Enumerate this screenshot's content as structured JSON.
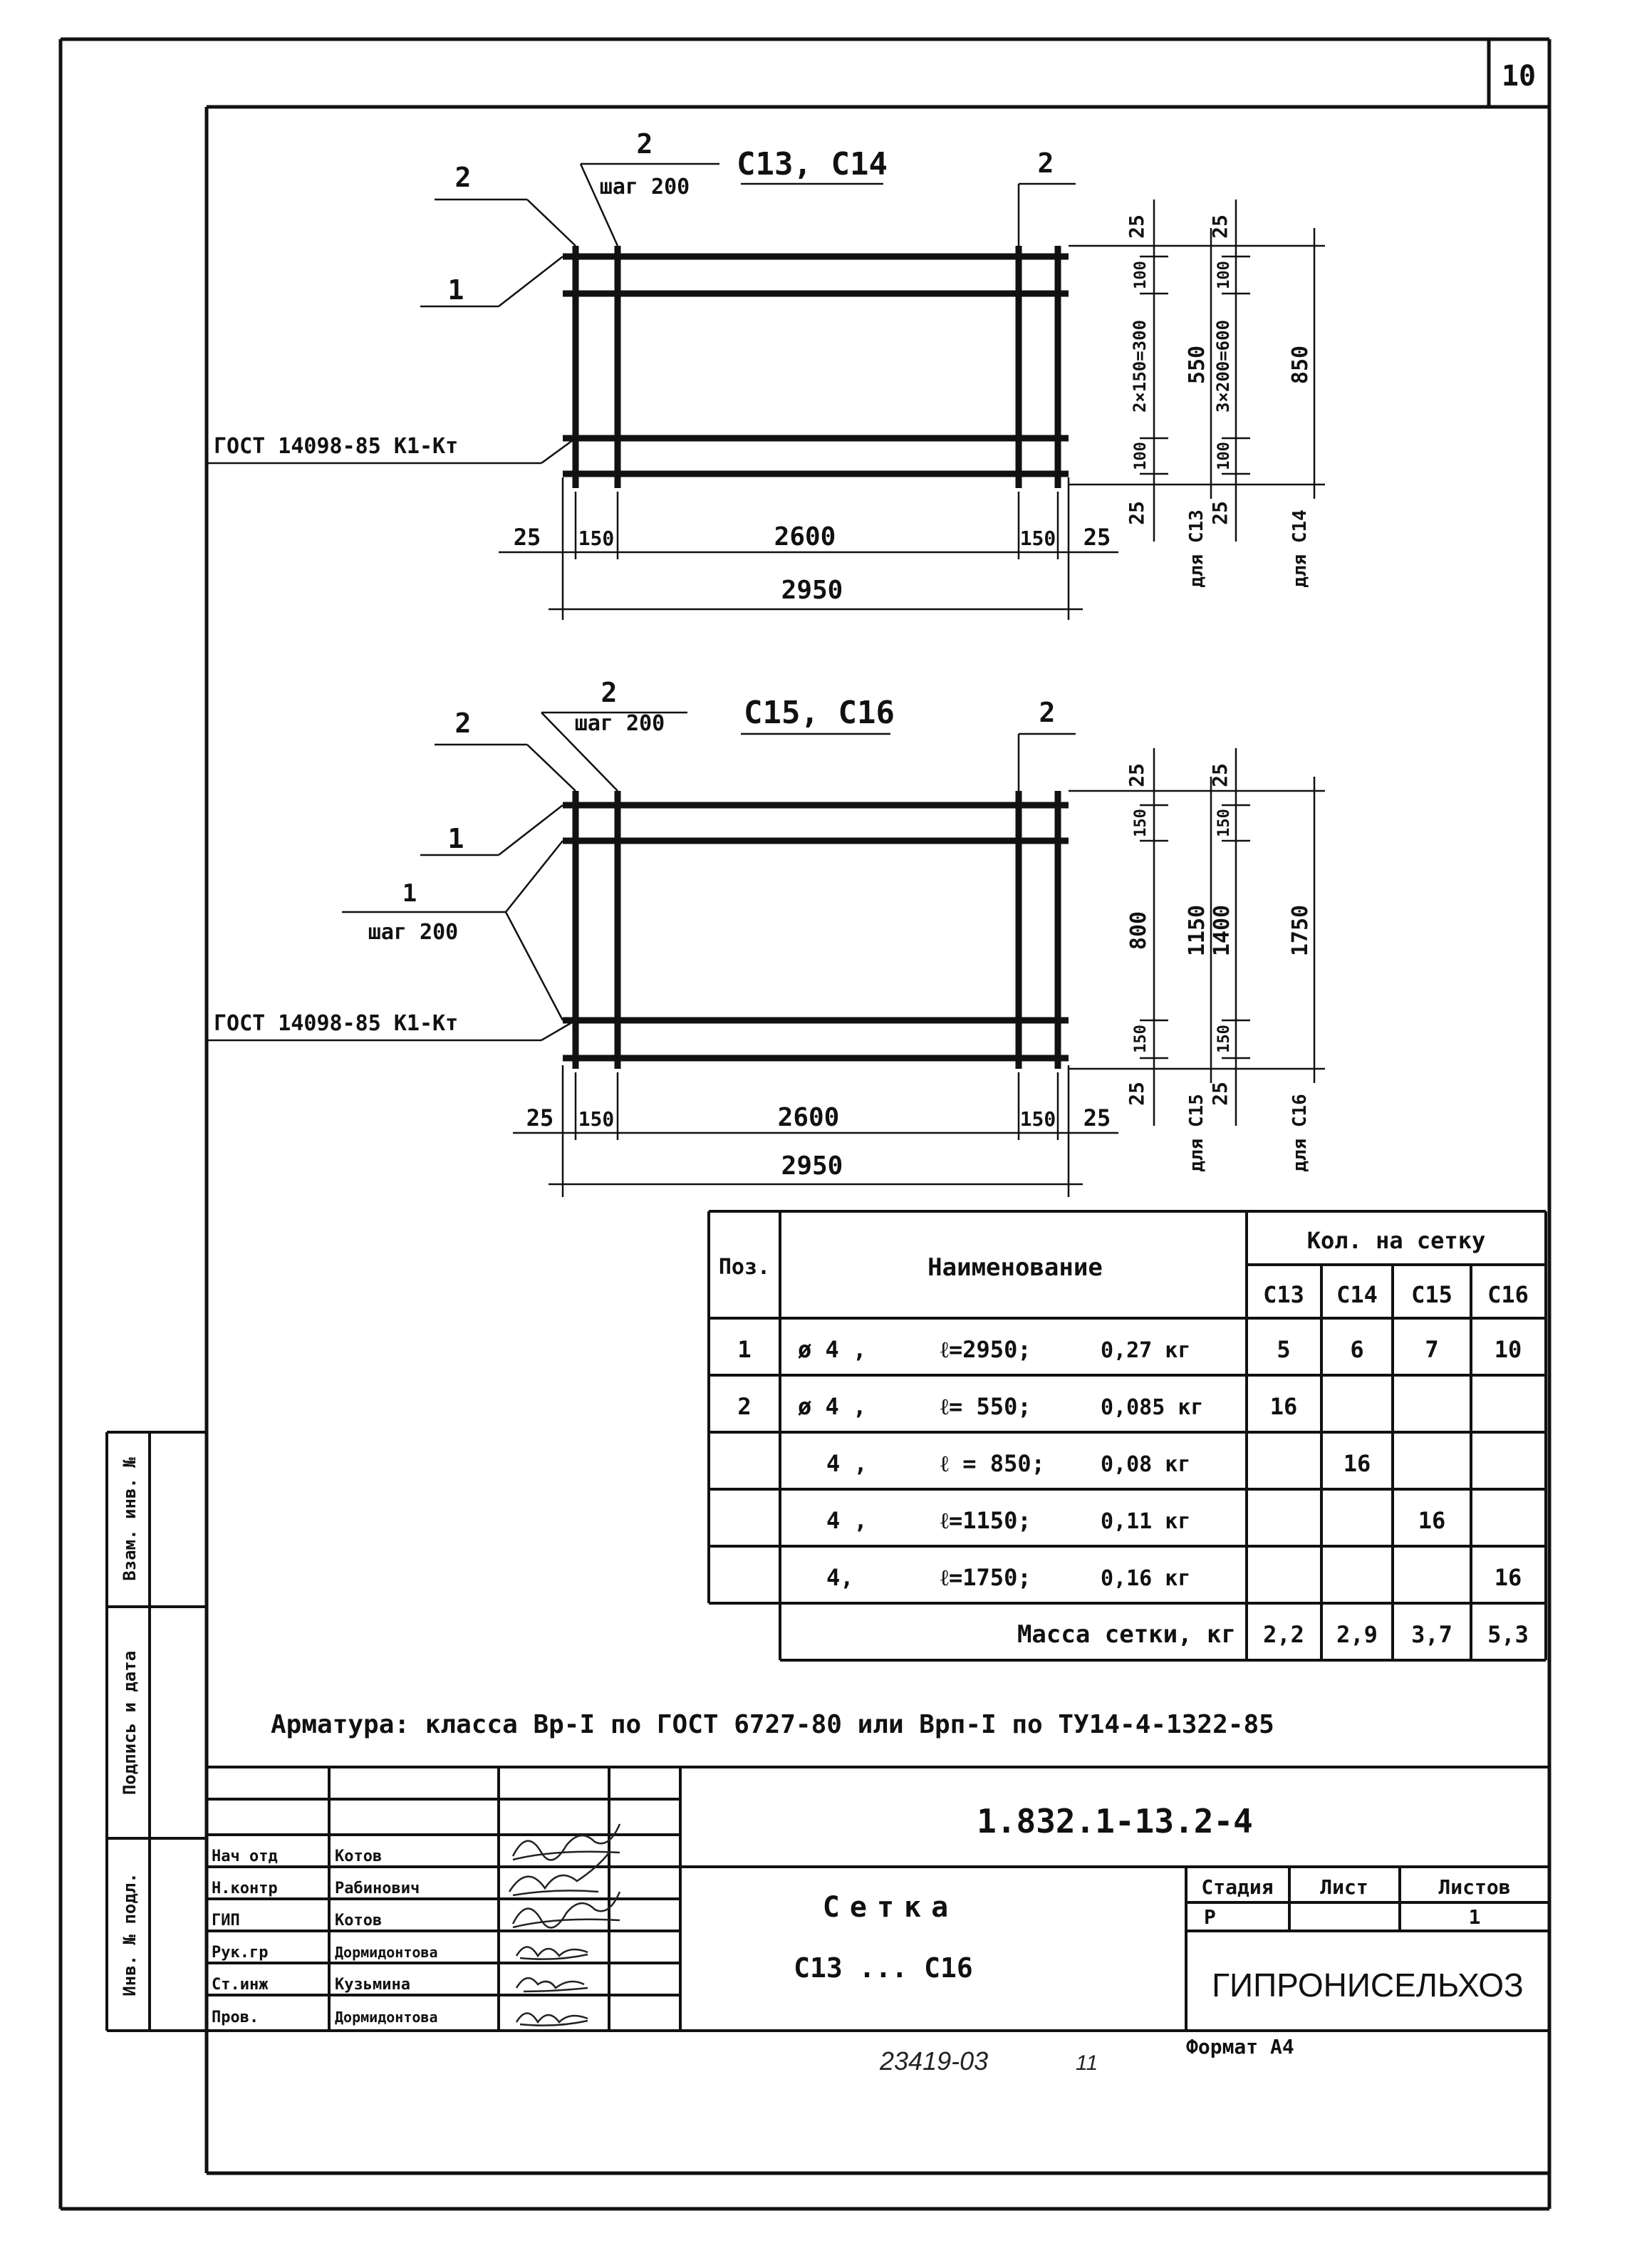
{
  "sheet_number": "10",
  "mesh_top": {
    "title": "С13, С14",
    "callout_2_left": "2",
    "callout_2_step": "2",
    "callout_step_text": "шаг 200",
    "callout_2_right": "2",
    "callout_1": "1",
    "gost_label": "ГОСТ 14098-85 К1-Кт",
    "dim_25_left": "25",
    "dim_150_left": "150",
    "dim_2600": "2600",
    "dim_150_right": "150",
    "dim_25_right": "25",
    "dim_2950": "2950",
    "v_c13": [
      "25",
      "100",
      "2×150=300",
      "100",
      "25"
    ],
    "v_c13_total": "550",
    "v_c13_for": "для С13",
    "v_c14": [
      "25",
      "100",
      "3×200=600",
      "100",
      "25"
    ],
    "v_c14_total": "850",
    "v_c14_for": "для С14"
  },
  "mesh_bottom": {
    "title": "С15, С16",
    "callout_2_left": "2",
    "callout_2_step": "2",
    "callout_step_text": "шаг 200",
    "callout_2_right": "2",
    "callout_1": "1",
    "callout_1_step": "1",
    "callout_1_step_text": "шаг 200",
    "gost_label": "ГОСТ 14098-85 К1-Кт",
    "dim_25_left": "25",
    "dim_150_left": "150",
    "dim_2600": "2600",
    "dim_150_right": "150",
    "dim_25_right": "25",
    "dim_2950": "2950",
    "v_c15": [
      "25",
      "150",
      "800",
      "150",
      "25"
    ],
    "v_c15_total": "1150",
    "v_c15_for": "для С15",
    "v_c16": [
      "25",
      "150",
      "1400",
      "150",
      "25"
    ],
    "v_c16_total": "1750",
    "v_c16_for": "для С16"
  },
  "spec_table": {
    "header_pos": "Поз.",
    "header_name": "Наименование",
    "header_qty": "Кол. на сетку",
    "header_cols": [
      "С13",
      "С14",
      "С15",
      "С16"
    ],
    "rows": [
      {
        "pos": "1",
        "dia": "ø 4 ,",
        "len": "ℓ=2950;",
        "mass": "0,27 кг",
        "q": [
          "5",
          "6",
          "7",
          "10"
        ]
      },
      {
        "pos": "2",
        "dia": "ø 4 ,",
        "len": "ℓ= 550;",
        "mass": "0,085 кг",
        "q": [
          "16",
          "",
          "",
          ""
        ]
      },
      {
        "pos": "",
        "dia": "4 ,",
        "len": "ℓ = 850;",
        "mass": "0,08 кг",
        "q": [
          "",
          "16",
          "",
          ""
        ]
      },
      {
        "pos": "",
        "dia": "4 ,",
        "len": "ℓ=1150;",
        "mass": "0,11 кг",
        "q": [
          "",
          "",
          "16",
          ""
        ]
      },
      {
        "pos": "",
        "dia": "4,",
        "len": "ℓ=1750;",
        "mass": "0,16 кг",
        "q": [
          "",
          "",
          "",
          "16"
        ]
      }
    ],
    "total_label": "Масса сетки, кг",
    "totals": [
      "2,2",
      "2,9",
      "3,7",
      "5,3"
    ]
  },
  "note": "Арматура: класса Вр-I по ГОСТ 6727-80 или Врп-I по ТУ14-4-1322-85",
  "title_block": {
    "doc_code": "1.832.1-13.2-4",
    "name_line1": "Сетка",
    "name_line2": "С13 ... С16",
    "stage_h": "Стадия",
    "sheet_h": "Лист",
    "sheets_h": "Листов",
    "stage_v": "Р",
    "sheet_v": "",
    "sheets_v": "1",
    "org": "ГИПРОНИСЕЛЬХОЗ",
    "staff": [
      {
        "role": "Нач отд",
        "name": "Котов"
      },
      {
        "role": "Н.контр",
        "name": "Рабинович"
      },
      {
        "role": "ГИП",
        "name": "Котов"
      },
      {
        "role": "Рук.гр",
        "name": "Дормидонтова"
      },
      {
        "role": "Ст.инж",
        "name": "Кузьмина"
      },
      {
        "role": "Пров.",
        "name": "Дормидонтова"
      }
    ]
  },
  "side_stamp": {
    "inv_orig": "Инв. № подл.",
    "sign_date": "Подпись и дата",
    "inv_dup": "Взам. инв. №"
  },
  "footer": {
    "archive_no": "23419-03",
    "page_no": "11",
    "format": "Формат А4"
  }
}
